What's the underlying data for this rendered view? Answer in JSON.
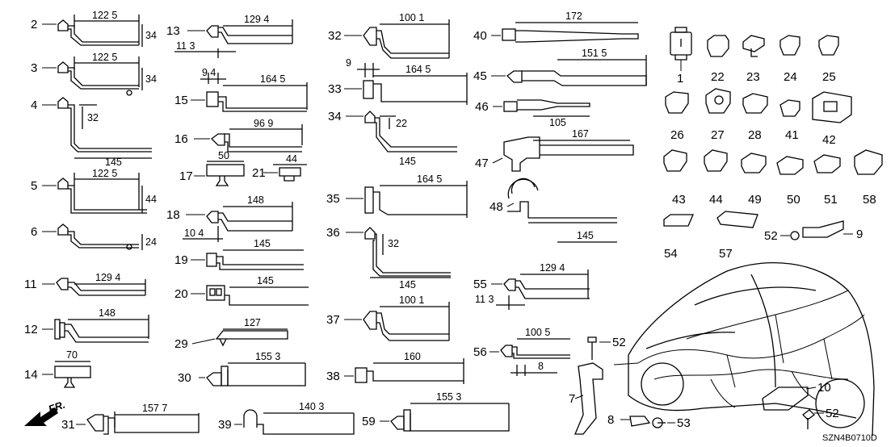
{
  "diagram": {
    "fr_label": "FR.",
    "code": "SZN4B0710D",
    "parts": [
      {
        "no": "2",
        "dim": "122 5",
        "side": "34"
      },
      {
        "no": "3",
        "dim": "122 5",
        "side": "34"
      },
      {
        "no": "4",
        "dim": "145",
        "side": "32"
      },
      {
        "no": "5",
        "dim": "122 5",
        "side": "44"
      },
      {
        "no": "6",
        "dim": "",
        "side": "24"
      },
      {
        "no": "11",
        "dim": "129 4"
      },
      {
        "no": "12",
        "dim": "148"
      },
      {
        "no": "14",
        "dim": "70"
      },
      {
        "no": "31",
        "dim": "157 7"
      },
      {
        "no": "13",
        "dim": "129 4",
        "sub": "11 3"
      },
      {
        "no": "15",
        "dim": "164 5",
        "sub": "9 4"
      },
      {
        "no": "16",
        "dim": "96 9"
      },
      {
        "no": "17",
        "dim": "50"
      },
      {
        "no": "21",
        "dim": "44"
      },
      {
        "no": "18",
        "dim": "148",
        "sub": "10 4"
      },
      {
        "no": "19",
        "dim": "145"
      },
      {
        "no": "20",
        "dim": "145"
      },
      {
        "no": "29",
        "dim": "127"
      },
      {
        "no": "30",
        "dim": "155 3"
      },
      {
        "no": "39",
        "dim": "140 3"
      },
      {
        "no": "32",
        "dim": "100 1"
      },
      {
        "no": "33",
        "dim": "164 5",
        "sub": "9"
      },
      {
        "no": "34",
        "dim": "145",
        "side": "22"
      },
      {
        "no": "35",
        "dim": "164 5"
      },
      {
        "no": "36",
        "dim": "145",
        "side": "32"
      },
      {
        "no": "37",
        "dim": "100 1"
      },
      {
        "no": "38",
        "dim": "160"
      },
      {
        "no": "59",
        "dim": "155 3"
      },
      {
        "no": "40",
        "dim": "172"
      },
      {
        "no": "45",
        "dim": "151 5"
      },
      {
        "no": "46",
        "dim": "105"
      },
      {
        "no": "47",
        "dim": "167"
      },
      {
        "no": "48",
        "dim": "145"
      },
      {
        "no": "55",
        "dim": "129 4",
        "sub": "11 3"
      },
      {
        "no": "56",
        "dim": "100 5",
        "side": "8"
      }
    ],
    "clips": [
      "1",
      "22",
      "23",
      "24",
      "25",
      "26",
      "27",
      "28",
      "41",
      "42",
      "43",
      "44",
      "49",
      "50",
      "51",
      "58",
      "54",
      "57",
      "52",
      "9"
    ],
    "bottom_parts": [
      "52",
      "7",
      "8",
      "53",
      "10",
      "52"
    ]
  }
}
